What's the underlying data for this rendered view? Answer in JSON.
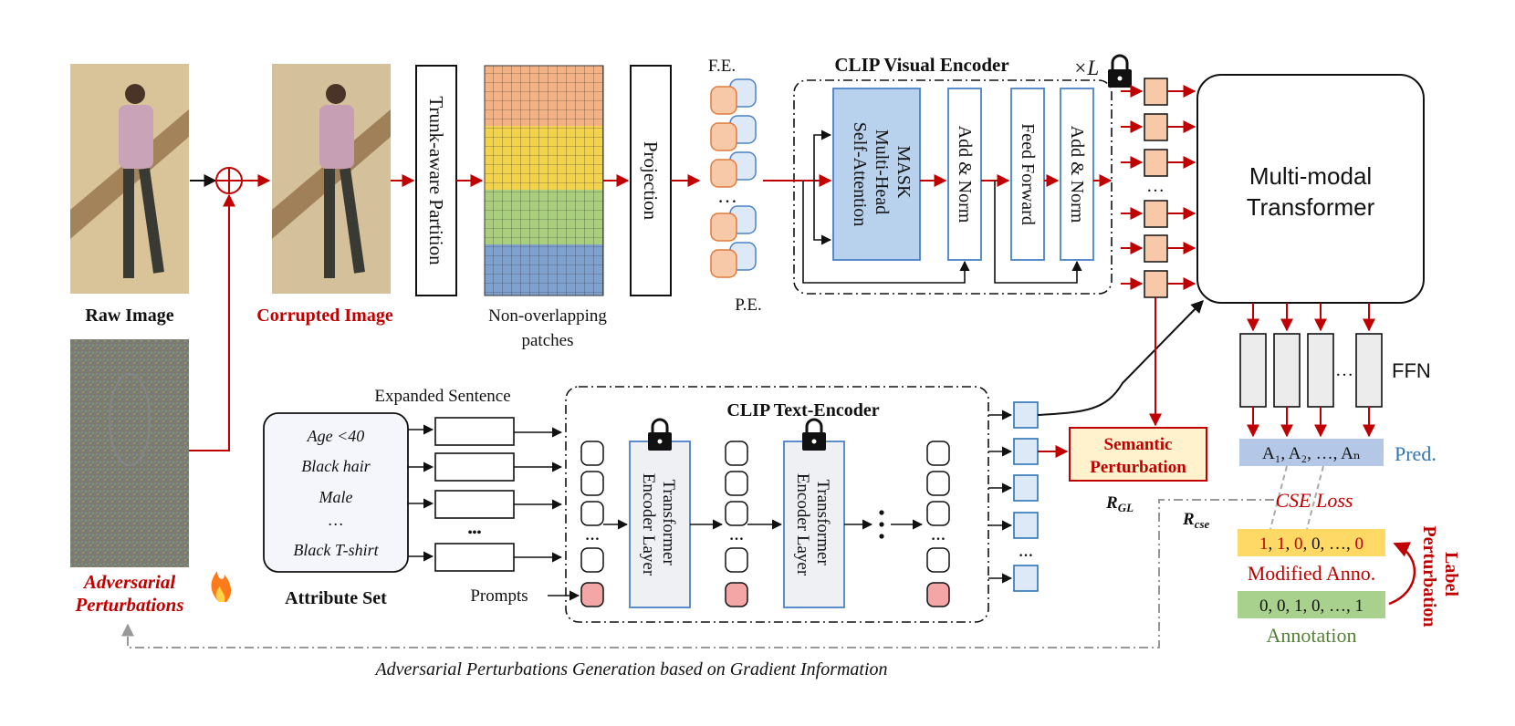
{
  "left": {
    "raw_image_label": "Raw Image",
    "corrupted_image_label": "Corrupted Image",
    "adversarial_label_line1": "Adversarial",
    "adversarial_label_line2": "Perturbations",
    "patches_label_line1": "Non-overlapping",
    "patches_label_line2": "patches",
    "partition_label": "Trunk-aware Partition",
    "projection_label": "Projection",
    "fe_label": "F.E.",
    "pe_label": "P.E.",
    "ellipsis": "…"
  },
  "visual_encoder": {
    "title": "CLIP Visual Encoder",
    "repeat_label": "×L",
    "attention_line1": "MASK",
    "attention_line2": "Multi-Head",
    "attention_line3": "Self-Attention",
    "add_norm_1": "Add & Norm",
    "feed_forward": "Feed Forward",
    "add_norm_2": "Add & Norm"
  },
  "transformer": {
    "line1": "Multi-modal",
    "line2": "Transformer"
  },
  "ffn": {
    "label": "FFN",
    "pred_text": "A₁, A₂, …, Aₙ",
    "pred_label": "Pred.",
    "cse_loss": "CSE Loss",
    "modified_values": [
      "1",
      "1",
      "0",
      "0",
      "…",
      "0"
    ],
    "modified_label": "Modified Anno.",
    "annotation_values": "0, 0, 1, 0, …, 1",
    "annotation_label": "Annotation",
    "label_perturbation_line1": "Label",
    "label_perturbation_line2": "Perturbation"
  },
  "text_branch": {
    "attributes": [
      "Age <40",
      "Black hair",
      "Male",
      "…",
      "Black T-shirt"
    ],
    "attribute_set_label": "Attribute Set",
    "expanded_sentence_label": "Expanded Sentence",
    "prompts_label": "Prompts",
    "dots": "•••",
    "text_encoder_title": "CLIP Text-Encoder",
    "layer_line1": "Transformer",
    "layer_line2": "Encoder Layer",
    "semantic_line1": "Semantic",
    "semantic_line2": "Perturbation",
    "r_gl": "R",
    "r_gl_sub": "GL",
    "r_cse": "R",
    "r_cse_sub": "cse"
  },
  "bottom_caption": "Adversarial Perturbations Generation based on Gradient Information",
  "colors": {
    "arrow_red": "#c00000",
    "attention_fill": "#b8d2ee",
    "token_orange": "#f8c9a8",
    "token_blue": "#dde9f7",
    "pred_fill": "#b4c7e7",
    "modified_fill": "#ffd966",
    "annotation_fill": "#a9d18e",
    "semantic_fill": "#fff2cc"
  }
}
